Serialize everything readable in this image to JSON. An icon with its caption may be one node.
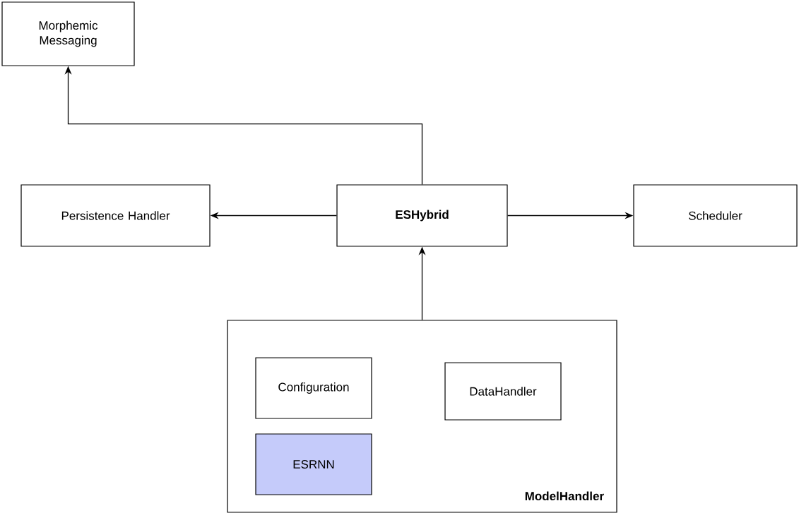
{
  "diagram": {
    "nodes": [
      {
        "text": [
          "Morphemic Messaging"
        ]
      },
      {
        "text": [
          "Persistence Handler"
        ]
      },
      {
        "text": [
          "ESHybrid"
        ]
      },
      {
        "text": [
          "Scheduler"
        ]
      },
      {
        "text": [
          "ModelHandler"
        ]
      },
      {
        "text": [
          "Configuration"
        ],
        "in": 4
      },
      {
        "text": [
          "DataHandler"
        ],
        "in": 4
      },
      {
        "text": [
          "ESRNN"
        ],
        "in": 4
      }
    ],
    "edges": [
      {
        "from": 2,
        "to": 0,
        "arrow": "to"
      },
      {
        "from": 2,
        "to": 1,
        "arrow": "to"
      },
      {
        "from": 2,
        "to": 3,
        "arrow": "to"
      },
      {
        "from": 4,
        "to": 2,
        "arrow": "to"
      }
    ]
  }
}
